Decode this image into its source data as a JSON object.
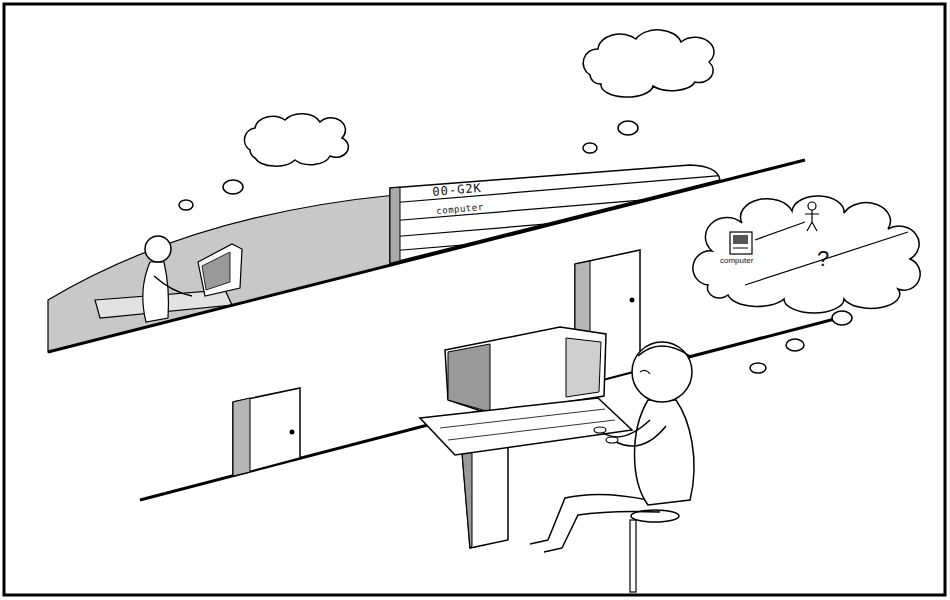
{
  "diagram": {
    "nodes": [
      {
        "text": [
          "00-G2K",
          "computer"
        ]
      },
      {
        "text": [
          "computer",
          "?"
        ]
      }
    ]
  }
}
